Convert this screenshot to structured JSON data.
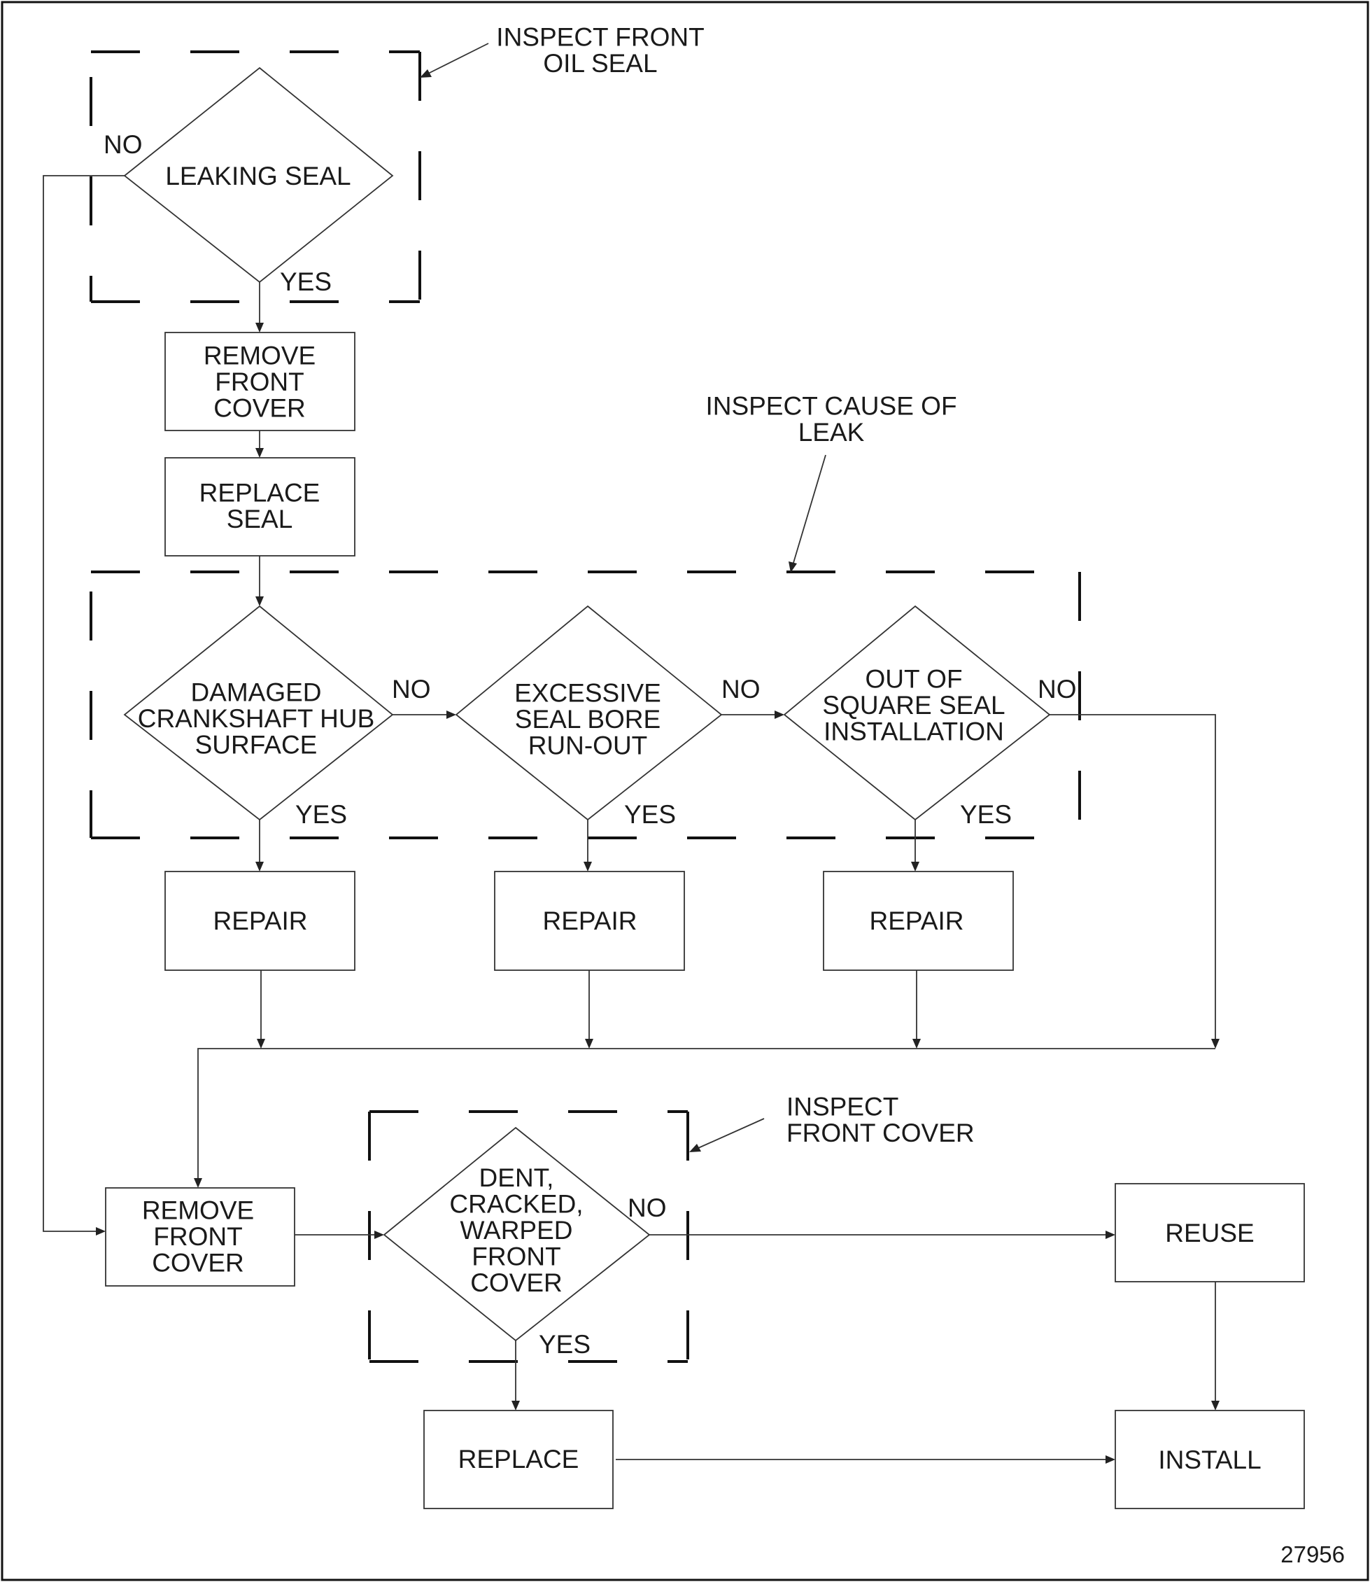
{
  "figure_number": "27956",
  "callouts": {
    "inspect_front_oil_seal": [
      "INSPECT FRONT",
      "OIL SEAL"
    ],
    "inspect_cause_of_leak": [
      "INSPECT CAUSE OF",
      "LEAK"
    ],
    "inspect_front_cover": [
      "INSPECT",
      "FRONT COVER"
    ]
  },
  "nodes": {
    "leaking_seal": [
      "LEAKING SEAL"
    ],
    "remove_front_cover_top": [
      "REMOVE",
      "FRONT",
      "COVER"
    ],
    "replace_seal": [
      "REPLACE",
      "SEAL"
    ],
    "damaged_crankshaft": [
      "DAMAGED",
      "CRANKSHAFT HUB",
      "SURFACE"
    ],
    "excessive_bore": [
      "EXCESSIVE",
      "SEAL BORE",
      "RUN-OUT"
    ],
    "out_of_square": [
      "OUT OF",
      "SQUARE SEAL",
      "INSTALLATION"
    ],
    "repair_1": [
      "REPAIR"
    ],
    "repair_2": [
      "REPAIR"
    ],
    "repair_3": [
      "REPAIR"
    ],
    "remove_front_cover_bottom": [
      "REMOVE",
      "FRONT",
      "COVER"
    ],
    "dent_cracked": [
      "DENT,",
      "CRACKED,",
      "WARPED",
      "FRONT",
      "COVER"
    ],
    "reuse": [
      "REUSE"
    ],
    "replace": [
      "REPLACE"
    ],
    "install": [
      "INSTALL"
    ]
  },
  "branch_labels": {
    "leaking_no": "NO",
    "leaking_yes": "YES",
    "damaged_no": "NO",
    "damaged_yes": "YES",
    "excessive_no": "NO",
    "excessive_yes": "YES",
    "square_no": "NO",
    "square_yes": "YES",
    "dent_no": "NO",
    "dent_yes": "YES"
  }
}
